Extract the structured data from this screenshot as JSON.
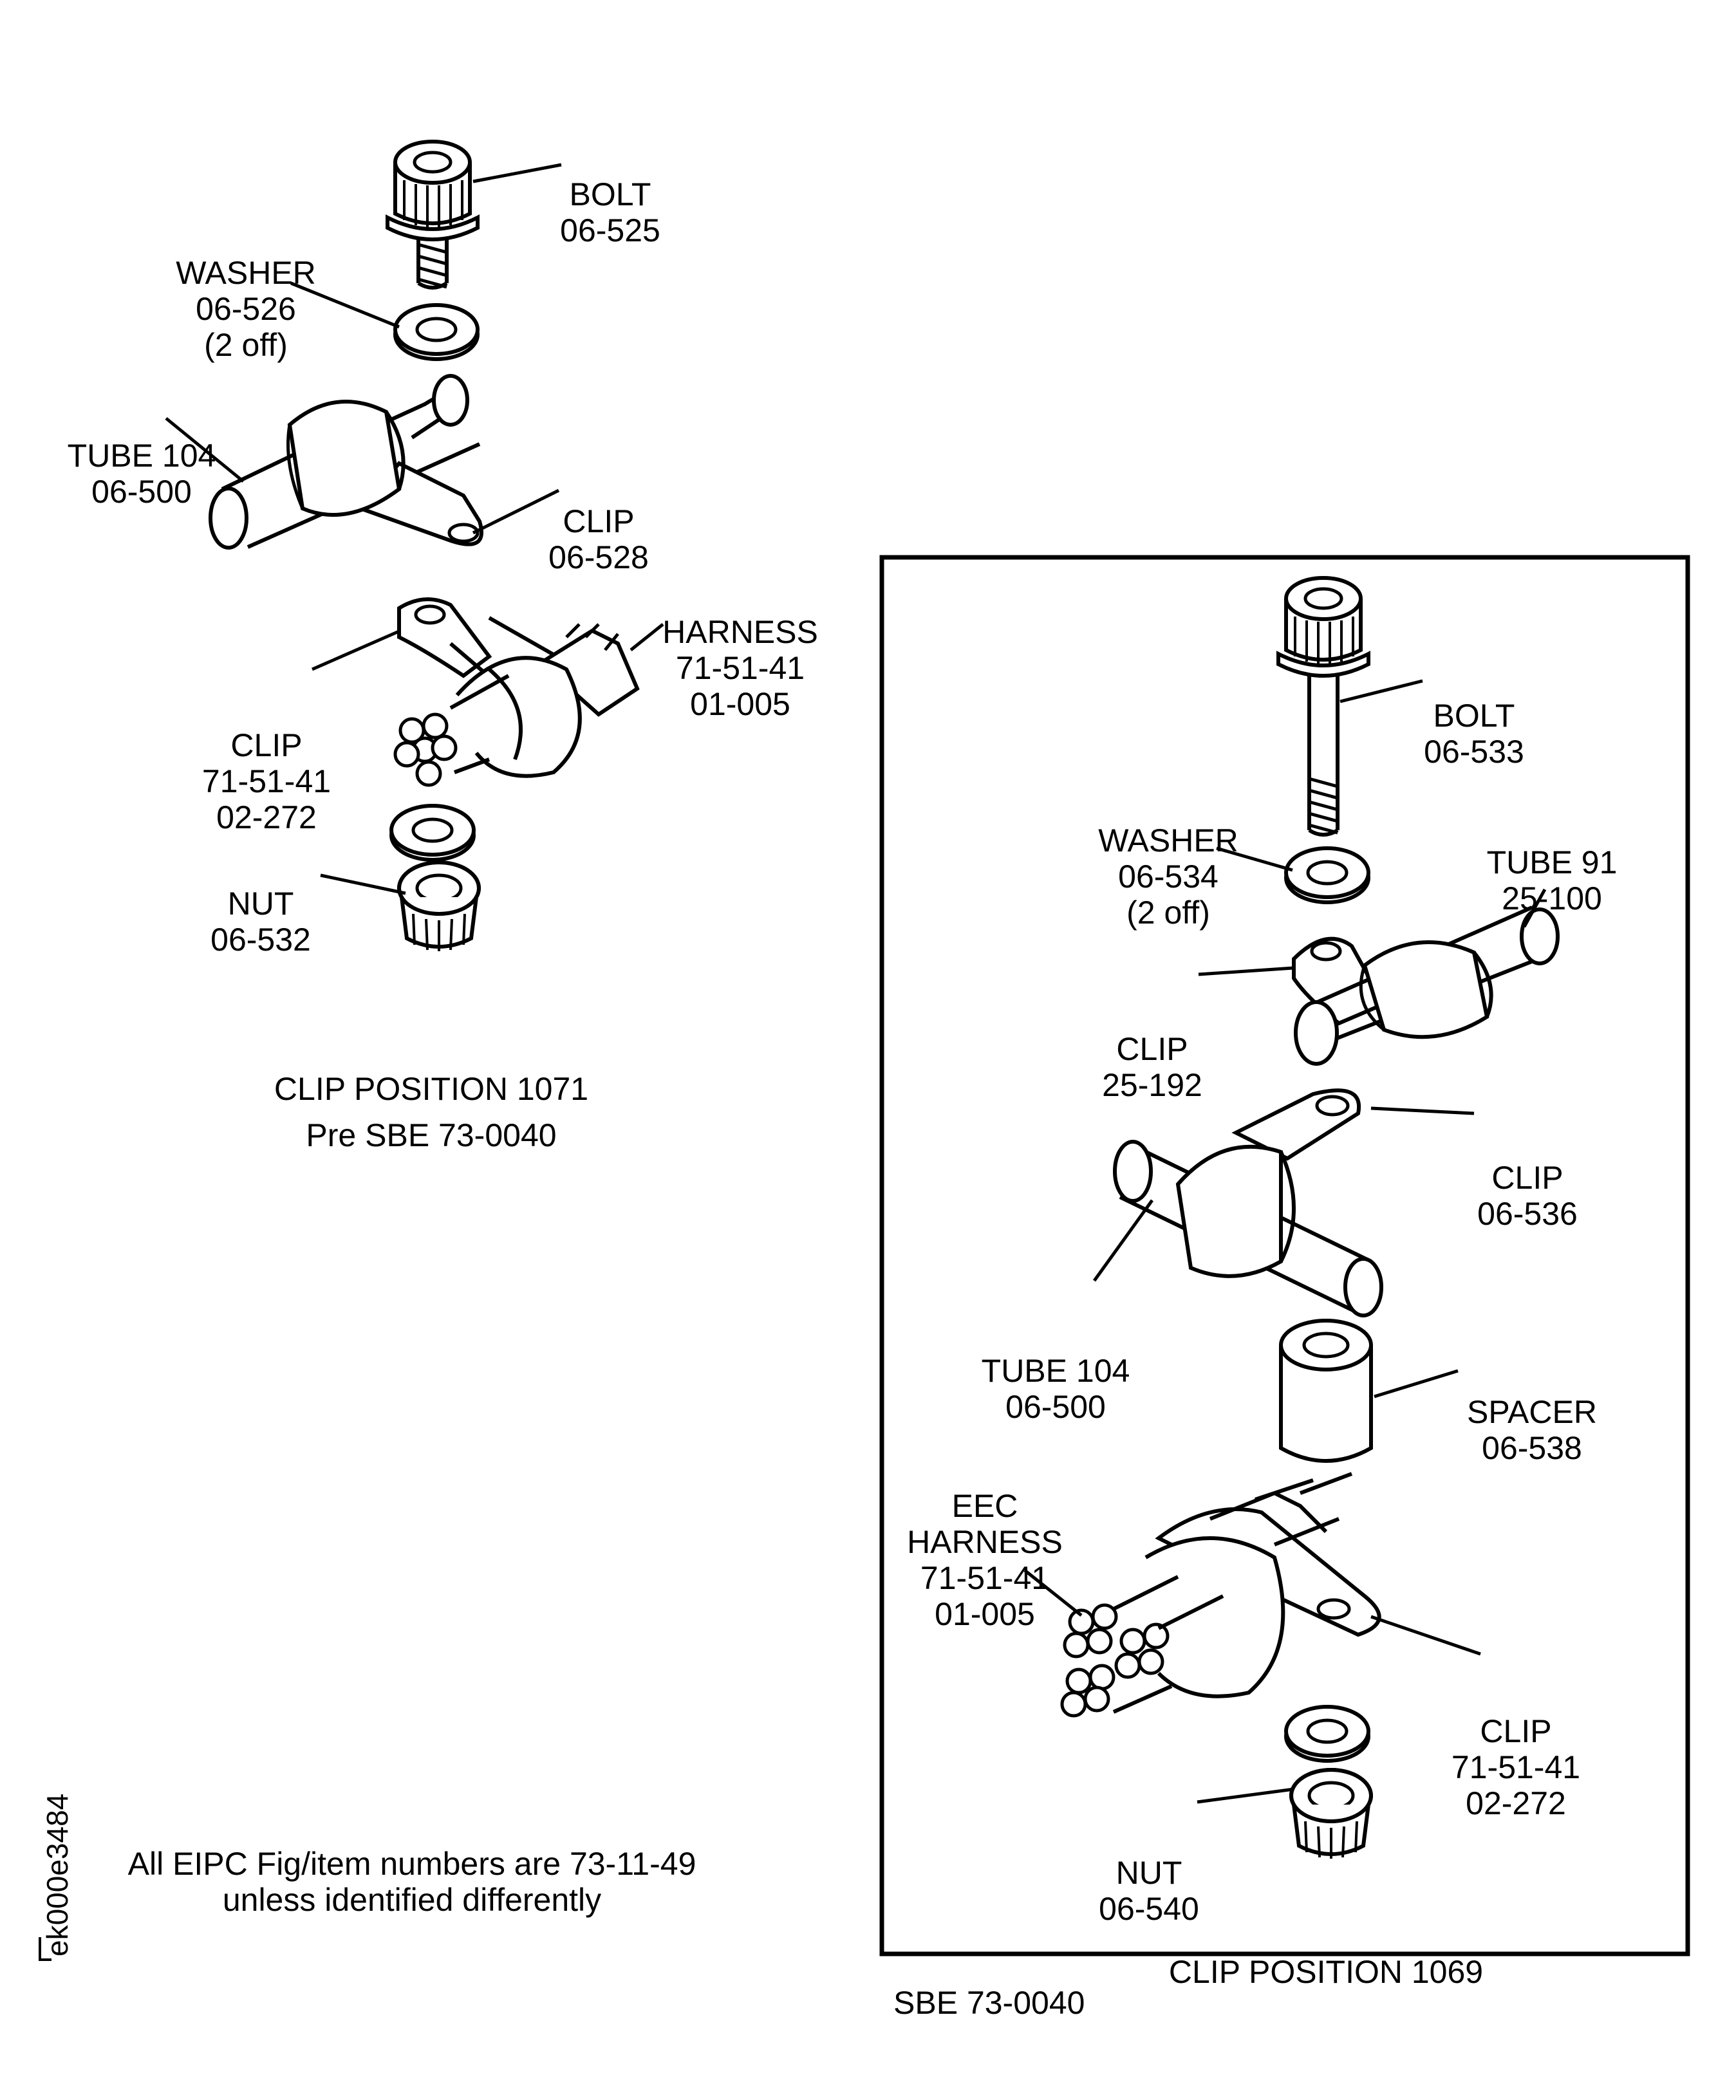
{
  "left_assembly": {
    "bolt": [
      "BOLT",
      "06-525"
    ],
    "washer": [
      "WASHER",
      "06-526",
      "(2 off)"
    ],
    "tube": [
      "TUBE 104",
      "06-500"
    ],
    "clip_upper": [
      "CLIP",
      "06-528"
    ],
    "harness": [
      "HARNESS",
      "71-51-41",
      "01-005"
    ],
    "clip_lower": [
      "CLIP",
      "71-51-41",
      "02-272"
    ],
    "nut": [
      "NUT",
      "06-532"
    ],
    "caption": [
      "CLIP POSITION 1071",
      "Pre SBE 73-0040"
    ]
  },
  "right_assembly": {
    "bolt": [
      "BOLT",
      "06-533"
    ],
    "washer": [
      "WASHER",
      "06-534",
      "(2 off)"
    ],
    "tube_91": [
      "TUBE 91",
      "25-100"
    ],
    "clip_a": [
      "CLIP",
      "25-192"
    ],
    "clip_b": [
      "CLIP",
      "06-536"
    ],
    "tube_104": [
      "TUBE 104",
      "06-500"
    ],
    "spacer": [
      "SPACER",
      "06-538"
    ],
    "harness": [
      "EEC",
      "HARNESS",
      "71-51-41",
      "01-005"
    ],
    "clip_c": [
      "CLIP",
      "71-51-41",
      "02-272"
    ],
    "nut": [
      "NUT",
      "06-540"
    ],
    "caption": "CLIP POSITION 1069",
    "box_tag": "SBE 73-0040"
  },
  "note": [
    "All EIPC Fig/item numbers are 73-11-49",
    "unless identified differently"
  ],
  "figure_id": "ek000e3484",
  "colors": {
    "ink": "#000000",
    "paper": "#ffffff",
    "shade": "#f2f2f2"
  }
}
